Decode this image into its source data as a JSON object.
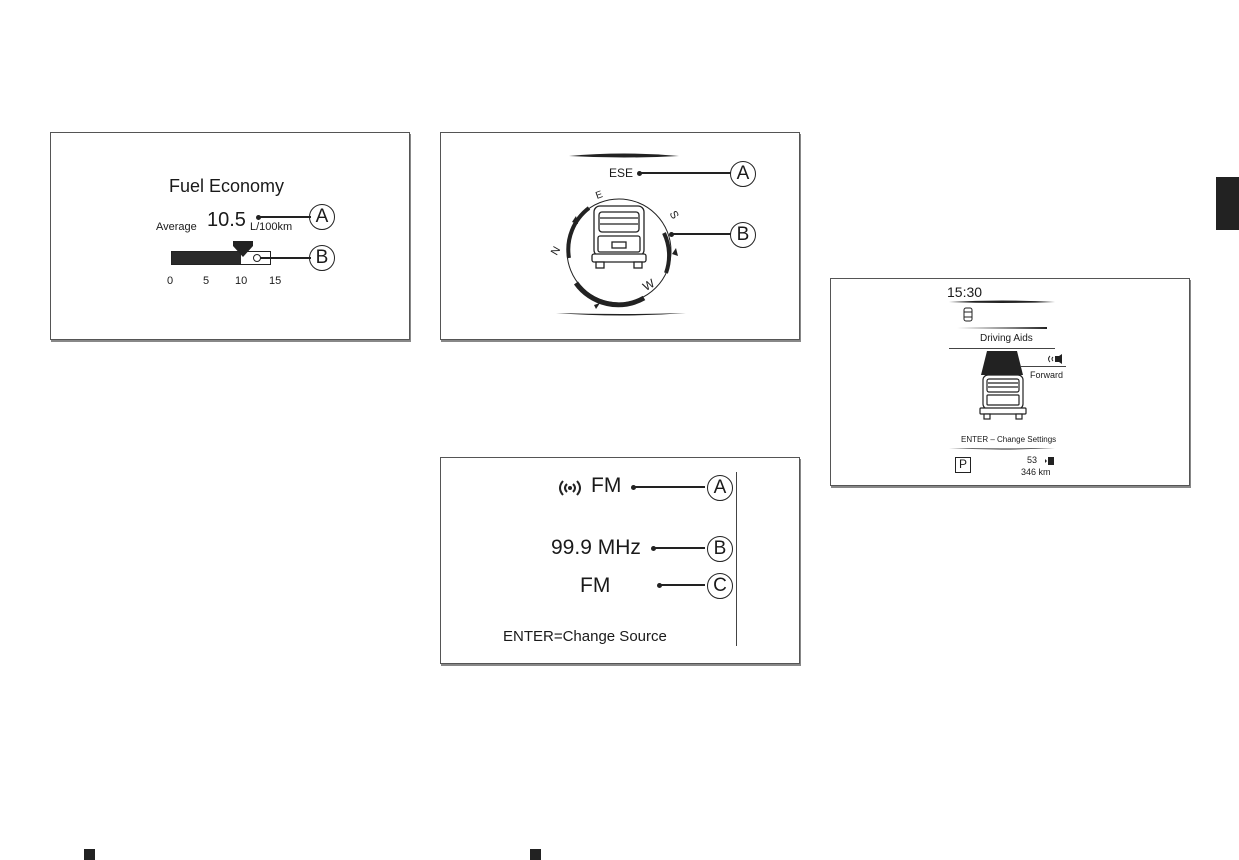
{
  "fuel_panel": {
    "title": "Fuel Economy",
    "average_label": "Average",
    "average_value": "10.5",
    "unit": "L/100km",
    "scale_ticks": [
      "0",
      "5",
      "10",
      "15"
    ],
    "gauge_value": 10.5,
    "gauge_max": 15,
    "callout_a": "A",
    "callout_b": "B"
  },
  "compass_panel": {
    "heading": "ESE",
    "letters": [
      "E",
      "S",
      "W",
      "N"
    ],
    "callout_a": "A",
    "callout_b": "B"
  },
  "radio_panel": {
    "band": "FM",
    "frequency": "99.9 MHz",
    "source": "FM",
    "hint": "ENTER=Change Source",
    "callout_a": "A",
    "callout_b": "B",
    "callout_c": "C"
  },
  "driving_panel": {
    "time": "15:30",
    "section_title": "Driving Aids",
    "sensor_label": "Forward",
    "hint": "ENTER – Change Settings",
    "gear": "P",
    "fuel_value": "53",
    "range": "346 km"
  }
}
